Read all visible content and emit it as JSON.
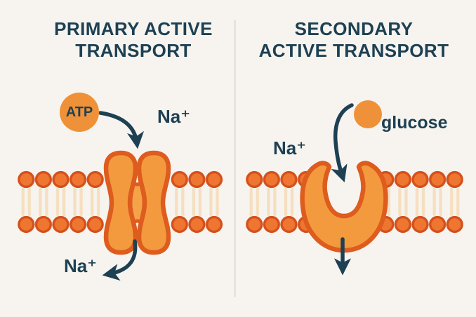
{
  "palette": {
    "background": "#f7f4ef",
    "ink": "#1d4053",
    "divider": "#e6e3de",
    "lipid_head": "#ee7630",
    "lipid_head_outline": "#d4501c",
    "lipid_tail": "#f5dfc0",
    "protein_fill": "#f39a3e",
    "protein_outline": "#dd5c1e",
    "connector_fill": "#f5a348",
    "molecule_fill": "#ef9138"
  },
  "left_panel": {
    "title_line1": "PRIMARY ACTIVE",
    "title_line2": "TRANSPORT",
    "atp_label": "ATP",
    "na_top_label": "Na⁺",
    "na_bottom_label": "Na⁺"
  },
  "right_panel": {
    "title_line1": "SECONDARY",
    "title_line2": "ACTIVE TRANSPORT",
    "na_label": "Na⁺",
    "glucose_label": "glucose"
  }
}
